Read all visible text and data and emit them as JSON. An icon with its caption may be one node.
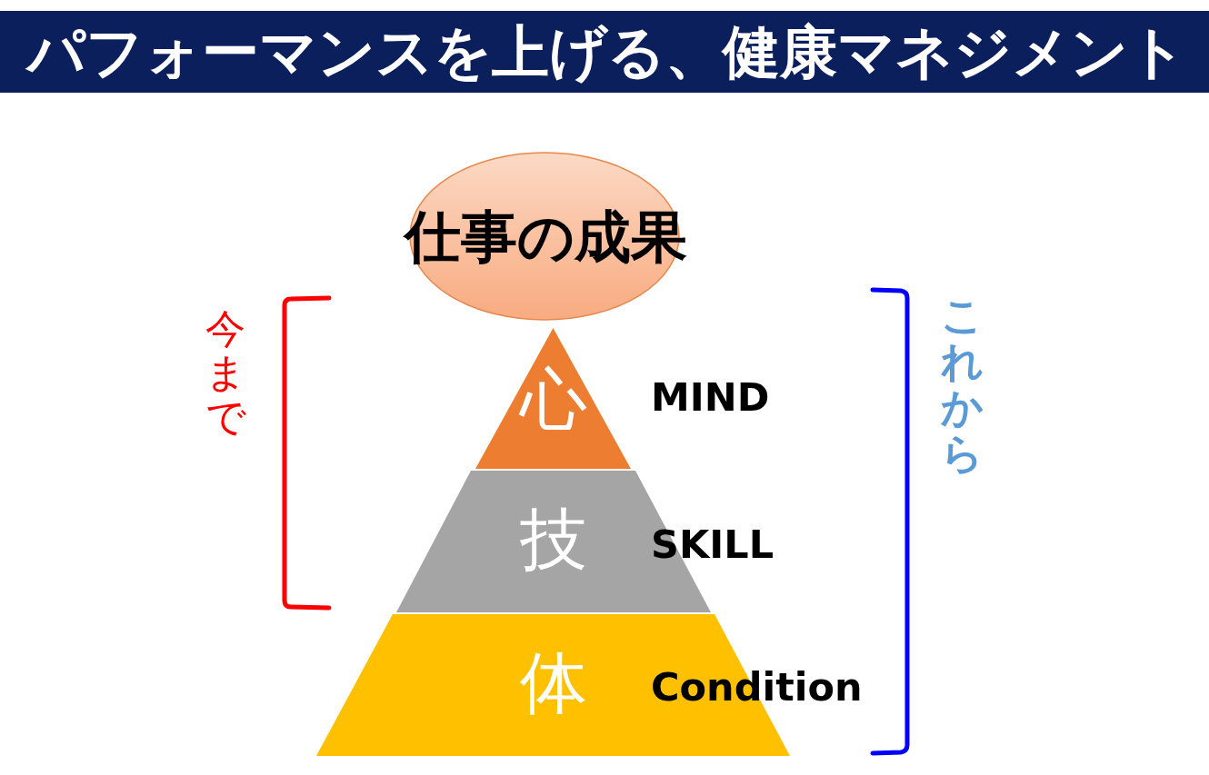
{
  "diagram": {
    "title": "パフォーマンスを上げる、健康マネジメント",
    "nodes": [
      {
        "text": [
          "仕事の成果"
        ]
      },
      {
        "text": [
          "心"
        ],
        "beside": [
          "MIND"
        ]
      },
      {
        "text": [
          "技"
        ],
        "beside": [
          "SKILL"
        ]
      },
      {
        "text": [
          "体"
        ],
        "beside": [
          "Condition"
        ]
      }
    ],
    "labels": [
      "今まで",
      "これから"
    ]
  }
}
